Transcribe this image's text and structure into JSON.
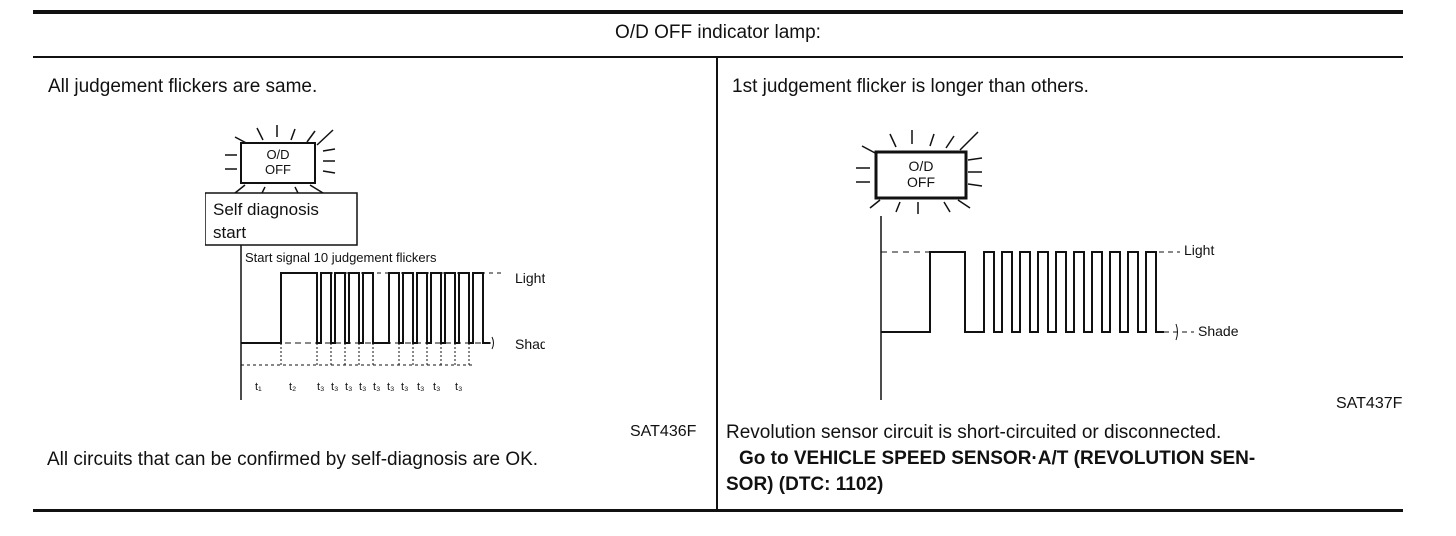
{
  "header": {
    "title": "O/D OFF indicator lamp:"
  },
  "left": {
    "title": "All judgement flickers are same.",
    "lamp": {
      "line1": "O/D",
      "line2": "OFF"
    },
    "callout": {
      "line1": "Self diagnosis",
      "line2": "start"
    },
    "signal_label": "Start signal 10 judgement flickers",
    "light_label": "Light",
    "shade_label": "Shade",
    "t_labels": [
      "t₁",
      "t₂",
      "t₃",
      "t₃",
      "t₃",
      "t₃",
      "t₃",
      "t₃",
      "t₃",
      "t₃",
      "t₃",
      "t₃"
    ],
    "fig_id": "SAT436F",
    "result": "All circuits that can be confirmed by self-diagnosis are OK."
  },
  "right": {
    "title": "1st judgement flicker is longer than others.",
    "lamp": {
      "line1": "O/D",
      "line2": "OFF"
    },
    "light_label": "Light",
    "shade_label": "Shade",
    "fig_id": "SAT437F",
    "result": "Revolution sensor circuit is short-circuited or disconnected.",
    "action_line1": "Go to VEHICLE SPEED SENSOR·A/T (REVOLUTION SEN-",
    "action_line2": "SOR) (DTC: 1102)"
  }
}
